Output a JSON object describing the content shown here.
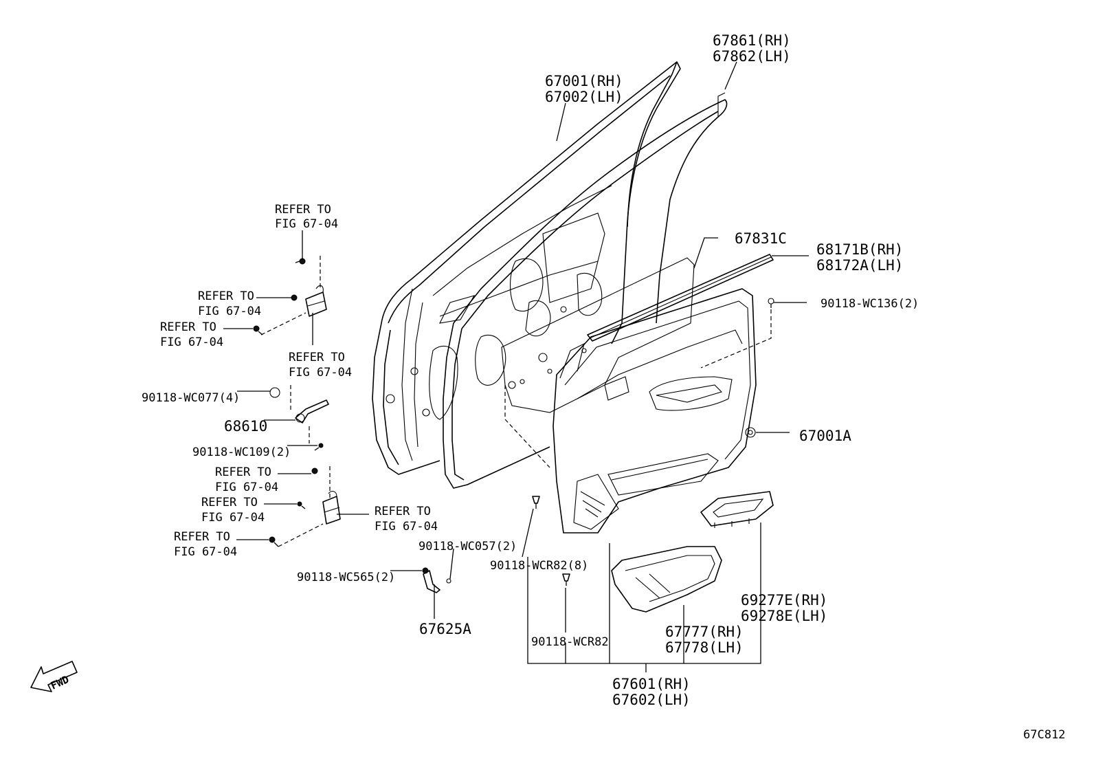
{
  "diagram_code": "67C812",
  "fwd_label": "FWD",
  "labels": {
    "door_shell": [
      "67001(RH)",
      "67002(LH)"
    ],
    "door_weatherstrip": [
      "67861(RH)",
      "67862(LH)"
    ],
    "service_hole_cover": "67831C",
    "belt_moulding": [
      "68171B(RH)",
      "68172A(LH)"
    ],
    "clip_wc136": "90118-WC136(2)",
    "refer_a": [
      "REFER TO",
      "FIG 67-04"
    ],
    "refer_b": [
      "REFER TO",
      "FIG 67-04"
    ],
    "refer_c": [
      "REFER TO",
      "FIG 67-04"
    ],
    "refer_d": [
      "REFER TO",
      "FIG 67-04"
    ],
    "clip_wc077": "90118-WC077(4)",
    "check_assy": "68610",
    "clip_wc109": "90118-WC109(2)",
    "refer_e": [
      "REFER TO",
      "FIG 67-04"
    ],
    "refer_f": [
      "REFER TO",
      "FIG 67-04"
    ],
    "refer_g": [
      "REFER TO",
      "FIG 67-04"
    ],
    "refer_h": [
      "REFER TO",
      "FIG 67-04"
    ],
    "grommet": "67001A",
    "clip_wc057": "90118-WC057(2)",
    "clip_wcr82_8": "90118-WCR82(8)",
    "clip_wc565": "90118-WC565(2)",
    "bracket": "67625A",
    "clip_wcr82": "90118-WCR82",
    "switch_bezel": [
      "69277E(RH)",
      "69278E(LH)"
    ],
    "armrest_pocket": [
      "67777(RH)",
      "67778(LH)"
    ],
    "trim_board": [
      "67601(RH)",
      "67602(LH)"
    ]
  }
}
